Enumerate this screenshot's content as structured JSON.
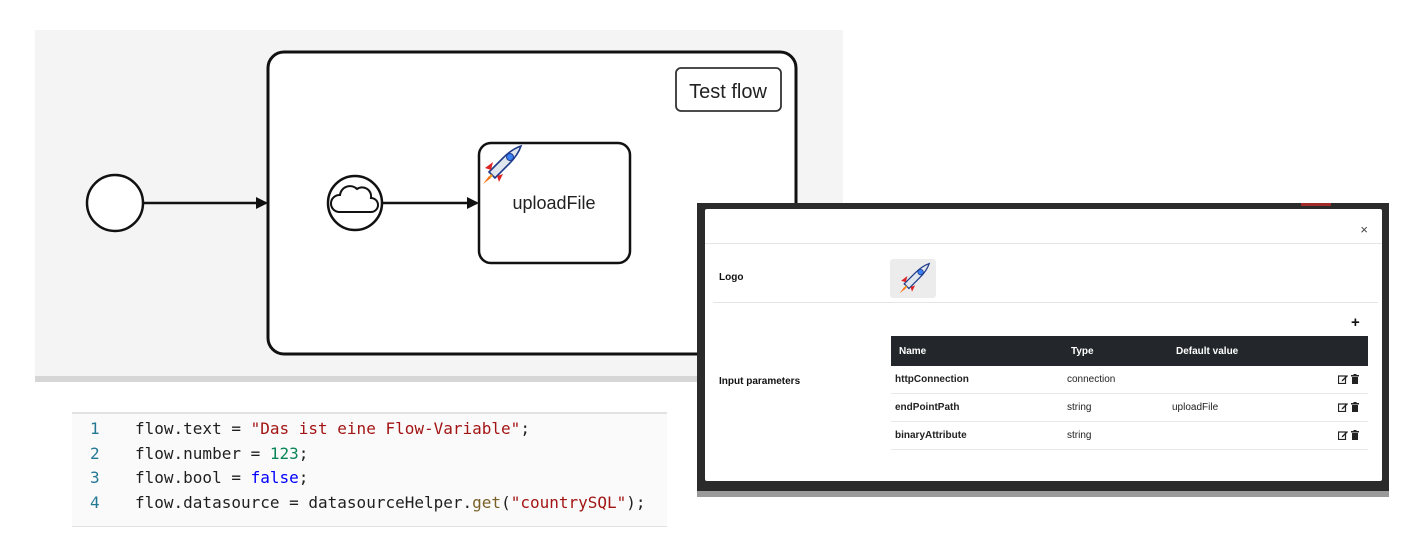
{
  "diagram": {
    "subprocess_label": "Test flow",
    "task_label": "uploadFile",
    "start_event": "start-event",
    "service_icon": "cloud-icon",
    "task_icon": "rocket-icon"
  },
  "code": {
    "lines": [
      {
        "no": "1",
        "parts": [
          [
            "plain",
            "flow.text = "
          ],
          [
            "str",
            "\"Das ist eine Flow-Variable\""
          ],
          [
            "plain",
            ";"
          ]
        ]
      },
      {
        "no": "2",
        "parts": [
          [
            "plain",
            "flow.number = "
          ],
          [
            "num",
            "123"
          ],
          [
            "plain",
            ";"
          ]
        ]
      },
      {
        "no": "3",
        "parts": [
          [
            "plain",
            "flow.bool = "
          ],
          [
            "kw",
            "false"
          ],
          [
            "plain",
            ";"
          ]
        ]
      },
      {
        "no": "4",
        "parts": [
          [
            "plain",
            "flow.datasource = datasourceHelper."
          ],
          [
            "fn",
            "get"
          ],
          [
            "plain",
            "("
          ],
          [
            "str",
            "\"countrySQL\""
          ],
          [
            "plain",
            ");"
          ]
        ]
      }
    ]
  },
  "modal": {
    "close_label": "×",
    "logo_label": "Logo",
    "logo_icon": "rocket-icon",
    "input_params_label": "Input parameters",
    "add_label": "+",
    "table": {
      "headers": [
        "Name",
        "Type",
        "Default value",
        ""
      ],
      "rows": [
        {
          "name": "httpConnection",
          "type": "connection",
          "default": ""
        },
        {
          "name": "endPointPath",
          "type": "string",
          "default": "uploadFile"
        },
        {
          "name": "binaryAttribute",
          "type": "string",
          "default": ""
        }
      ],
      "edit_icon": "edit-icon",
      "delete_icon": "trash-icon"
    }
  },
  "colors": {
    "table_header": "#23272b",
    "code_string": "#a31515",
    "code_number": "#098658",
    "code_keyword": "#0000ff",
    "line_number": "#237893"
  }
}
